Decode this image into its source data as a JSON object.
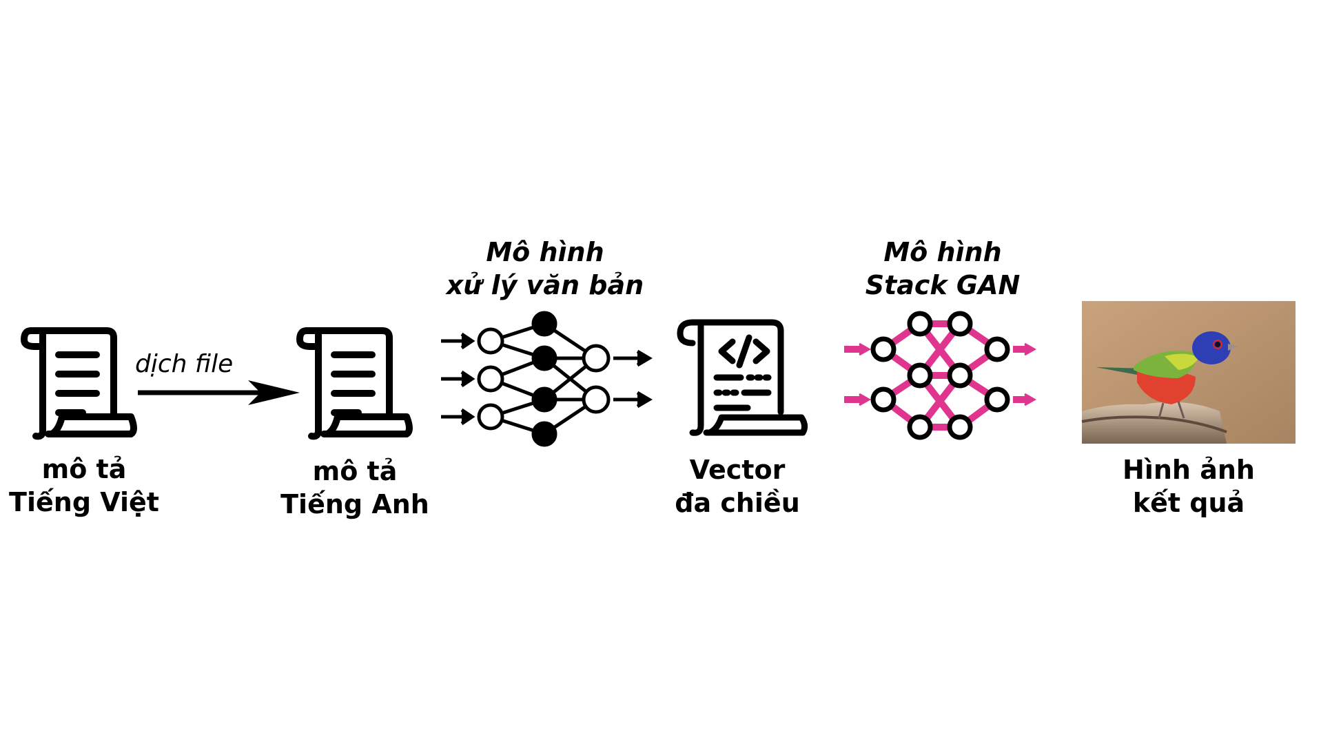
{
  "nodes": [
    {
      "id": "vi_desc",
      "lines": [
        "mô tả",
        "Tiếng Việt"
      ]
    },
    {
      "id": "en_desc",
      "lines": [
        "mô tả",
        "Tiếng Anh"
      ]
    },
    {
      "id": "text_model",
      "lines": [
        "Mô hình",
        "xử lý văn bản"
      ]
    },
    {
      "id": "vector",
      "lines": [
        "Vector",
        "đa chiều"
      ]
    },
    {
      "id": "gan_model",
      "lines": [
        "Mô hình",
        "Stack GAN"
      ]
    },
    {
      "id": "result",
      "lines": [
        "Hình ảnh",
        "kết quả"
      ]
    }
  ],
  "edges": [
    {
      "from": "vi_desc",
      "to": "en_desc",
      "label": "dịch file"
    }
  ],
  "icons": {
    "scroll": "scroll-document-icon",
    "code_scroll": "code-scroll-icon",
    "nn": "neural-network-icon",
    "gan": "gan-network-icon",
    "photo": "bird-photo"
  },
  "colors": {
    "ink": "#000000",
    "gan_pink": "#e0358f"
  }
}
